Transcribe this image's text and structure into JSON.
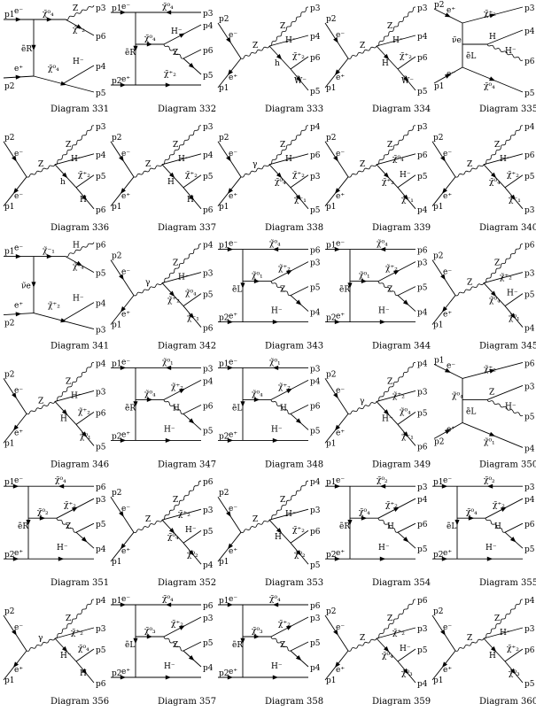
{
  "diagrams": [
    {
      "caption": "Diagram 331",
      "type": "A",
      "labels": {
        "in1": "p1",
        "in2": "p2",
        "o1": "p3",
        "o2": "p6",
        "o3": "p4",
        "o4": "p5",
        "b1": "e⁻",
        "b2": "e⁺",
        "prop": "ẽR",
        "s1": "χ̃⁰₄",
        "s2": "χ̃⁰₄",
        "boson": "Z",
        "s3": "χ̃⁺₂",
        "s4": "H⁻"
      }
    },
    {
      "caption": "Diagram 332",
      "type": "B",
      "labels": {
        "in1": "p1",
        "in2": "p2",
        "o1": "p3",
        "o2": "p4",
        "o3": "p6",
        "o4": "p5",
        "b1": "e⁻",
        "b2": "e⁺",
        "prop": "ẽR",
        "s1": "χ̃⁰₄",
        "s2": "χ̃⁰₄",
        "boson": "Z",
        "s3": "H⁻",
        "s4": "χ̃⁺₂"
      }
    },
    {
      "caption": "Diagram 333",
      "type": "S",
      "labels": {
        "in1": "p2",
        "in2": "p1",
        "o1": "p3",
        "o2": "p4",
        "o3": "p6",
        "o4": "p5",
        "b1": "e⁻",
        "b2": "e⁺",
        "prop": "Z",
        "s1": "h",
        "s2": "W̃⁻",
        "boson": "Z",
        "s3": "H⁻",
        "s4": "χ̃⁺₂"
      }
    },
    {
      "caption": "Diagram 334",
      "type": "S",
      "labels": {
        "in1": "p2",
        "in2": "p1",
        "o1": "p3",
        "o2": "p4",
        "o3": "p6",
        "o4": "p5",
        "b1": "e⁻",
        "b2": "e⁺",
        "prop": "Z",
        "s1": "H",
        "s2": "W̃⁻",
        "boson": "Z",
        "s3": "H⁻",
        "s4": "χ̃⁺₂"
      }
    },
    {
      "caption": "Diagram 335",
      "type": "T",
      "labels": {
        "in1": "p2",
        "in2": "p1",
        "o1": "p3",
        "o2": "p4",
        "o3": "p6",
        "o4": "p5",
        "b1": "e⁺",
        "b2": "e⁻",
        "prop": "ẽL",
        "s1": "ν̃e",
        "s2": "χ̃⁰₄",
        "boson": "H",
        "s3": "χ̃⁺₂",
        "s4": "H⁻"
      }
    },
    {
      "caption": "Diagram 336",
      "type": "S",
      "labels": {
        "in1": "p2",
        "in2": "p1",
        "o1": "p3",
        "o2": "p4",
        "o3": "p5",
        "o4": "p6",
        "b1": "e⁻",
        "b2": "e⁻",
        "prop": "Z",
        "s1": "h",
        "s2": "H",
        "boson": "Z",
        "s3": "H⁻",
        "s4": "χ̃⁺₂"
      }
    },
    {
      "caption": "Diagram 337",
      "type": "S",
      "labels": {
        "in1": "p2",
        "in2": "p1",
        "o1": "p3",
        "o2": "p4",
        "o3": "p5",
        "o4": "p6",
        "b1": "e⁻",
        "b2": "e⁺",
        "prop": "Z",
        "s1": "H",
        "s2": "H",
        "boson": "Z",
        "s3": "H⁻",
        "s4": "χ̃⁺₂"
      }
    },
    {
      "caption": "Diagram 338",
      "type": "S",
      "labels": {
        "in1": "p2",
        "in2": "p1",
        "o1": "p4",
        "o2": "p6",
        "o3": "p3",
        "o4": "p5",
        "b1": "e⁻",
        "b2": "e⁺",
        "prop": "γ",
        "s1": "χ̃⁰₄",
        "s2": "χ̃⁻₁",
        "boson": "Z",
        "s3": "H⁻",
        "s4": "χ̃⁺₂"
      }
    },
    {
      "caption": "Diagram 339",
      "type": "S",
      "labels": {
        "in1": "p2",
        "in2": "p1",
        "o1": "p3",
        "o2": "p6",
        "o3": "p5",
        "o4": "p4",
        "b1": "e⁻",
        "b2": "e⁺",
        "prop": "Z",
        "s1": "χ̃⁺₂",
        "s2": "χ̃⁻₁",
        "boson": "Z",
        "s3": "χ̃⁰₄",
        "s4": "H⁻"
      }
    },
    {
      "caption": "Diagram 340",
      "type": "S",
      "labels": {
        "in1": "p2",
        "in2": "p1",
        "o1": "p4",
        "o2": "p6",
        "o3": "p5",
        "o4": "p3",
        "b1": "e⁻",
        "b2": "e⁺",
        "prop": "Z",
        "s1": "χ̃⁰₄",
        "s2": "χ̃⁻₁",
        "boson": "Z",
        "s3": "H⁻",
        "s4": "χ̃⁺₂"
      }
    },
    {
      "caption": "Diagram 341",
      "type": "A",
      "labels": {
        "in1": "p1",
        "in2": "p2",
        "o1": "p6",
        "o2": "p5",
        "o3": "p4",
        "o4": "p3",
        "b1": "e⁻",
        "b2": "e⁺",
        "prop": "ν̃e",
        "s1": "χ̃⁻₁",
        "s2": "χ̃⁺₂",
        "boson": "H",
        "s3": "χ̃⁰₄",
        "s4": "H⁻"
      }
    },
    {
      "caption": "Diagram 342",
      "type": "S",
      "labels": {
        "in1": "p2",
        "in2": "p1",
        "o1": "p4",
        "o2": "p3",
        "o3": "p5",
        "o4": "p6",
        "b1": "e⁻",
        "b2": "e⁺",
        "prop": "γ",
        "s1": "χ̃⁺₂",
        "s2": "χ̃⁻₁",
        "boson": "Z",
        "s3": "H⁻",
        "s4": "χ̃⁰₄"
      }
    },
    {
      "caption": "Diagram 343",
      "type": "B",
      "labels": {
        "in1": "p1",
        "in2": "p2",
        "o1": "p6",
        "o2": "p3",
        "o3": "p5",
        "o4": "p4",
        "b1": "e⁻",
        "b2": "e⁺",
        "prop": "ẽL",
        "s1": "χ̃⁰₄",
        "s2": "χ̃⁰₁",
        "boson": "Z",
        "s3": "χ̃⁺₂",
        "s4": "H⁻"
      }
    },
    {
      "caption": "Diagram 344",
      "type": "B",
      "labels": {
        "in1": "p1",
        "in2": "p2",
        "o1": "p6",
        "o2": "p3",
        "o3": "p5",
        "o4": "p4",
        "b1": "e⁻",
        "b2": "e⁺",
        "prop": "ẽR",
        "s1": "χ̃⁰₄",
        "s2": "χ̃⁰₁",
        "boson": "Z",
        "s3": "χ̃⁺₂",
        "s4": "H⁻"
      }
    },
    {
      "caption": "Diagram 345",
      "type": "S",
      "labels": {
        "in1": "p2",
        "in2": "p1",
        "o1": "p6",
        "o2": "p3",
        "o3": "p5",
        "o4": "p4",
        "b1": "e⁻",
        "b2": "e⁺",
        "prop": "Z",
        "s1": "χ̃⁰₄",
        "s2": "χ̃⁰₁",
        "boson": "Z",
        "s3": "χ̃⁺₂",
        "s4": "H⁻"
      }
    },
    {
      "caption": "Diagram 346",
      "type": "S",
      "labels": {
        "in1": "p2",
        "in2": "p1",
        "o1": "p4",
        "o2": "p3",
        "o3": "p6",
        "o4": "p5",
        "b1": "e⁻",
        "b2": "e⁺",
        "prop": "Z",
        "s1": "H",
        "s2": "χ̃⁰₁",
        "boson": "Z",
        "s3": "H⁻",
        "s4": "χ̃⁺₂"
      }
    },
    {
      "caption": "Diagram 347",
      "type": "B",
      "labels": {
        "in1": "p1",
        "in2": "p2",
        "o1": "p3",
        "o2": "p4",
        "o3": "p6",
        "o4": "p5",
        "b1": "e⁻",
        "b2": "e⁺",
        "prop": "ẽR",
        "s1": "χ̃⁰₁",
        "s2": "χ̃⁰₄",
        "boson": "H",
        "s3": "χ̃⁺₂",
        "s4": "H⁻"
      }
    },
    {
      "caption": "Diagram 348",
      "type": "B",
      "labels": {
        "in1": "p1",
        "in2": "p2",
        "o1": "p3",
        "o2": "p4",
        "o3": "p6",
        "o4": "p5",
        "b1": "e⁻",
        "b2": "e⁺",
        "prop": "ẽL",
        "s1": "χ̃⁰₁",
        "s2": "χ̃⁰₄",
        "boson": "H",
        "s3": "χ̃⁺₂",
        "s4": "H⁻"
      }
    },
    {
      "caption": "Diagram 349",
      "type": "S",
      "labels": {
        "in1": "p2",
        "in2": "p1",
        "o1": "p4",
        "o2": "p3",
        "o3": "p5",
        "o4": "p6",
        "b1": "e⁻",
        "b2": "e⁺",
        "prop": "γ",
        "s1": "H⁻",
        "s2": "χ̃⁻₁",
        "boson": "Z",
        "s3": "χ̃⁺₂",
        "s4": "χ̃⁰₄"
      }
    },
    {
      "caption": "Diagram 350",
      "type": "T",
      "labels": {
        "in1": "p1",
        "in2": "p2",
        "o1": "p6",
        "o2": "p3",
        "o3": "p5",
        "o4": "p4",
        "b1": "e⁻",
        "b2": "e⁺",
        "prop": "ẽL",
        "s1": "χ̃⁰₄",
        "s2": "χ̃⁰₁",
        "boson": "Z",
        "s3": "χ̃⁺₂",
        "s4": "H⁻"
      }
    },
    {
      "caption": "Diagram 351",
      "type": "B",
      "labels": {
        "in1": "p1",
        "in2": "p2",
        "o1": "p6",
        "o2": "p3",
        "o3": "p5",
        "o4": "p4",
        "b1": "e⁻",
        "b2": "e⁺",
        "prop": "ẽR",
        "s1": "χ̃⁰₄",
        "s2": "χ̃⁰₂",
        "boson": "Z",
        "s3": "χ̃⁺₂",
        "s4": "H⁻"
      }
    },
    {
      "caption": "Diagram 352",
      "type": "S",
      "labels": {
        "in1": "p2",
        "in2": "p1",
        "o1": "p6",
        "o2": "p3",
        "o3": "p5",
        "o4": "p4",
        "b1": "e⁻",
        "b2": "e⁺",
        "prop": "Z",
        "s1": "χ̃⁰₄",
        "s2": "χ̃⁰₂",
        "boson": "Z",
        "s3": "χ̃⁺₂",
        "s4": "H⁻"
      }
    },
    {
      "caption": "Diagram 353",
      "type": "S",
      "labels": {
        "in1": "p2",
        "in2": "p1",
        "o1": "p4",
        "o2": "p3",
        "o3": "p6",
        "o4": "p5",
        "b1": "e⁻",
        "b2": "e⁺",
        "prop": "Z",
        "s1": "H",
        "s2": "χ̃⁰₂",
        "boson": "Z",
        "s3": "H⁻",
        "s4": "χ̃⁺₂"
      }
    },
    {
      "caption": "Diagram 354",
      "type": "B",
      "labels": {
        "in1": "p1",
        "in2": "p2",
        "o1": "p3",
        "o2": "p4",
        "o3": "p6",
        "o4": "p5",
        "b1": "e⁻",
        "b2": "e⁺",
        "prop": "ẽR",
        "s1": "χ̃⁰₂",
        "s2": "χ̃⁰₄",
        "boson": "H",
        "s3": "χ̃⁺₂",
        "s4": "H⁻"
      }
    },
    {
      "caption": "Diagram 355",
      "type": "B",
      "labels": {
        "in1": "p1",
        "in2": "p2",
        "o1": "p3",
        "o2": "p4",
        "o3": "p6",
        "o4": "p5",
        "b1": "e⁻",
        "b2": "e⁺",
        "prop": "ẽL",
        "s1": "χ̃⁰₂",
        "s2": "χ̃⁰₄",
        "boson": "H",
        "s3": "χ̃⁺₂",
        "s4": "H⁻"
      }
    },
    {
      "caption": "Diagram 356",
      "type": "S",
      "labels": {
        "in1": "p2",
        "in2": "p1",
        "o1": "p4",
        "o2": "p3",
        "o3": "p5",
        "o4": "p6",
        "b1": "e⁻",
        "b2": "e⁺",
        "prop": "γ",
        "s1": "H⁻",
        "s2": "H",
        "boson": "Z",
        "s3": "χ̃⁺₂",
        "s4": "χ̃⁰₄"
      }
    },
    {
      "caption": "Diagram 357",
      "type": "B",
      "labels": {
        "in1": "p1",
        "in2": "p2",
        "o1": "p6",
        "o2": "p3",
        "o3": "p5",
        "o4": "p4",
        "b1": "e⁻",
        "b2": "e⁺",
        "prop": "ẽL",
        "s1": "χ̃⁰₄",
        "s2": "χ̃⁰₃",
        "boson": "Z",
        "s3": "χ̃⁺₂",
        "s4": "H⁻"
      }
    },
    {
      "caption": "Diagram 358",
      "type": "B",
      "labels": {
        "in1": "p1",
        "in2": "p2",
        "o1": "p6",
        "o2": "p3",
        "o3": "p5",
        "o4": "p4",
        "b1": "e⁻",
        "b2": "e⁺",
        "prop": "ẽR",
        "s1": "χ̃⁰₄",
        "s2": "χ̃⁰₃",
        "boson": "Z",
        "s3": "χ̃⁺₂",
        "s4": "H⁻"
      }
    },
    {
      "caption": "Diagram 359",
      "type": "S",
      "labels": {
        "in1": "p2",
        "in2": "p1",
        "o1": "p6",
        "o2": "p3",
        "o3": "p5",
        "o4": "p4",
        "b1": "e⁻",
        "b2": "e⁺",
        "prop": "Z",
        "s1": "χ̃⁰₄",
        "s2": "χ̃⁰₃",
        "boson": "Z",
        "s3": "χ̃⁺₂",
        "s4": "H⁻"
      }
    },
    {
      "caption": "Diagram 360",
      "type": "S",
      "labels": {
        "in1": "p2",
        "in2": "p1",
        "o1": "p4",
        "o2": "p3",
        "o3": "p6",
        "o4": "p5",
        "b1": "e⁻",
        "b2": "e⁺",
        "prop": "Z",
        "s1": "H",
        "s2": "χ̃⁰₃",
        "boson": "Z",
        "s3": "H⁻",
        "s4": "χ̃⁺₂"
      }
    }
  ]
}
